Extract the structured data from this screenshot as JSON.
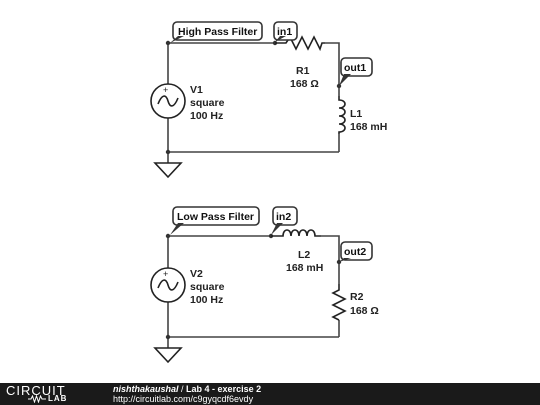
{
  "circuit1": {
    "title": "High Pass Filter",
    "source": {
      "name": "V1",
      "type": "square",
      "freq": "100 Hz"
    },
    "in_label": "in1",
    "out_label": "out1",
    "r": {
      "name": "R1",
      "value": "168 Ω"
    },
    "l": {
      "name": "L1",
      "value": "168 mH"
    }
  },
  "circuit2": {
    "title": "Low Pass Filter",
    "source": {
      "name": "V2",
      "type": "square",
      "freq": "100 Hz"
    },
    "in_label": "in2",
    "out_label": "out2",
    "l": {
      "name": "L2",
      "value": "168 mH"
    },
    "r": {
      "name": "R2",
      "value": "168 Ω"
    }
  },
  "footer": {
    "logo_top": "CIRCUIT",
    "logo_bottom": "LAB",
    "user": "nishthakaushal",
    "separator": " / ",
    "project_title": "Lab 4 - exercise 2",
    "url": "http://circuitlab.com/c9gyqcdf6evdy"
  }
}
